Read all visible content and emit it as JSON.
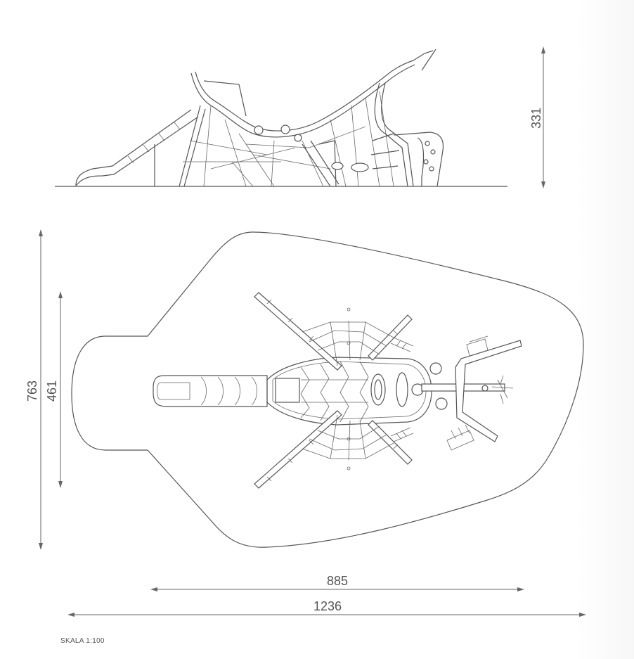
{
  "dimensions": {
    "height_side": "331",
    "depth_total": "763",
    "depth_structure": "461",
    "width_structure": "885",
    "width_total": "1236"
  },
  "scale": "SKALA 1:100"
}
